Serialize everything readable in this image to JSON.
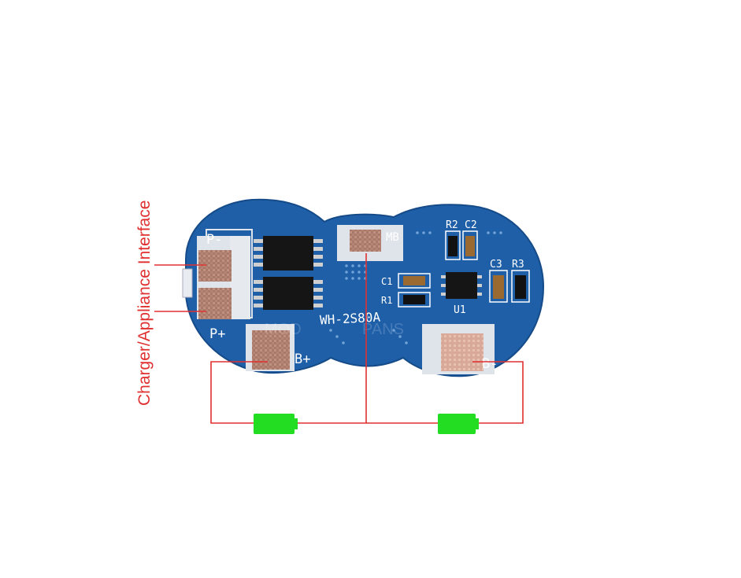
{
  "annotation": {
    "interface_label": "Charger/Appliance Interface"
  },
  "board": {
    "model": "WH-2S80A",
    "pads": {
      "p_minus": "P-",
      "p_plus": "P+",
      "b_plus": "B+",
      "b_minus": "B-",
      "mid": "MB"
    },
    "components": {
      "r2": "R2",
      "c2": "C2",
      "c3": "C3",
      "r3": "R3",
      "c1": "C1",
      "r1": "R1",
      "u1": "U1"
    },
    "watermark": {
      "left": "MOD",
      "right": "PANS"
    }
  },
  "colors": {
    "board": "#1e5fa8",
    "pad_copper": "#b08070",
    "pad_frame": "#dfe4ea",
    "wire": "#e03030",
    "battery": "#22dd22",
    "annotation_text": "#e03030"
  }
}
